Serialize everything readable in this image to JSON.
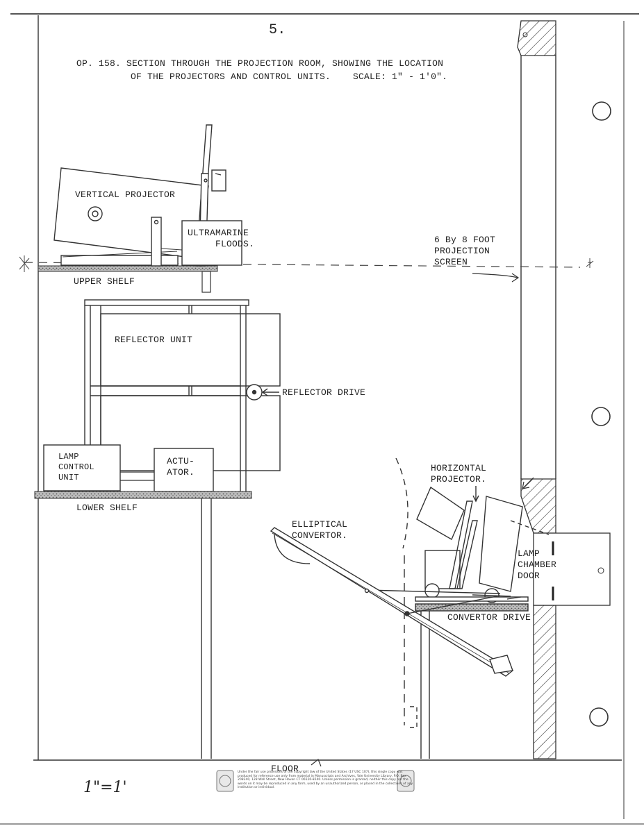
{
  "page": {
    "number": "5.",
    "caption_line1": "OP. 158. SECTION THROUGH THE PROJECTION ROOM, SHOWING THE LOCATION",
    "caption_line2": "OF THE PROJECTORS AND CONTROL UNITS.    SCALE: 1\" - 1'0\"."
  },
  "labels": {
    "vertical_projector": "VERTICAL PROJECTOR",
    "ultramarine_floods": "ULTRAMARINE\n     FLOODS.",
    "screen": "6 By 8 FOOT\nPROJECTION\nSCREEN",
    "upper_shelf": "UPPER SHELF",
    "reflector_unit": "REFLECTOR UNIT",
    "reflector_drive": "REFLECTOR DRIVE",
    "lamp_control_unit": "LAMP\nCONTROL\nUNIT",
    "actuator": "ACTU-\nATOR.",
    "lower_shelf": "LOWER SHELF",
    "horizontal_projector": "HORIZONTAL\nPROJECTOR.",
    "elliptical_convertor": "ELLIPTICAL\nCONVERTOR.",
    "lamp_chamber_door": "LAMP\nCHAMBER\nDOOR",
    "convertor_drive": "CONVERTOR DRIVE",
    "floor": "FLOOR"
  },
  "handwritten": {
    "scale_note": "1\"=1'"
  },
  "footer": {
    "notice": "Under the fair use provisions of the copyright law of the United States (17 USC 107), this single copy was produced for reference use only from material in Manuscripts and Archives, Yale University Library, P.O. Box 208240, 128 Wall Street, New Haven CT 06520-8240. Unless permission is granted, neither this copy nor the words on it may be reproduced in any form, used by an unauthorized person, or placed in the collections of any institution or individual."
  }
}
